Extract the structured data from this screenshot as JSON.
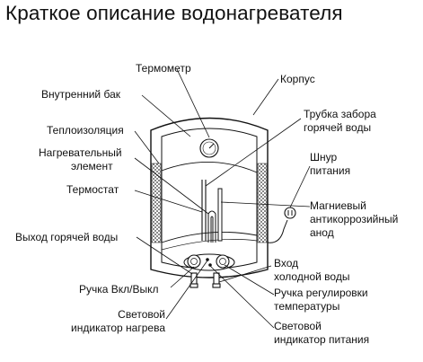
{
  "title": "Краткое описание водонагревателя",
  "labels": {
    "thermometer": "Термометр",
    "housing": "Корпус",
    "inner_tank": "Внутренний бак",
    "hot_pipe": [
      "Трубка забора",
      "горячей воды"
    ],
    "insulation": "Теплоизоляция",
    "heating_element": [
      "Нагревательный",
      "элемент"
    ],
    "power_cord": [
      "Шнур",
      "питания"
    ],
    "thermostat": "Термостат",
    "anode": [
      "Магниевый",
      "антикоррозийный",
      "анод"
    ],
    "hot_outlet": "Выход горячей воды",
    "cold_inlet": [
      "Вход",
      "холодной воды"
    ],
    "onoff_knob": "Ручка Вкл/Выкл",
    "temp_knob": [
      "Ручка регулировки",
      "температуры"
    ],
    "heat_indicator": [
      "Световой",
      "индикатор нагрева"
    ],
    "power_indicator": [
      "Световой",
      "индикатор питания"
    ]
  }
}
